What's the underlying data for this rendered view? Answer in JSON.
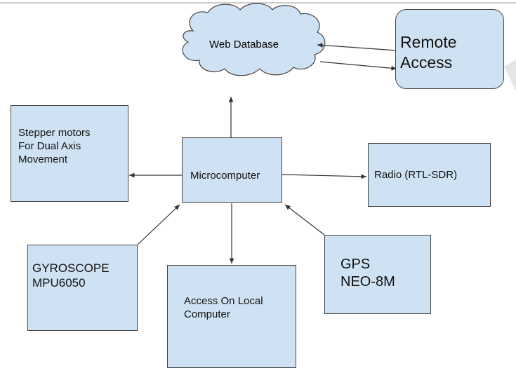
{
  "nodes": {
    "web_database": "Web Database",
    "remote_access": "Remote\nAccess",
    "stepper_motors": "Stepper motors\nFor Dual Axis\nMovement",
    "microcomputer": "Microcomputer",
    "radio": "Radio (RTL-SDR)",
    "gyroscope": "GYROSCOPE\nMPU6050",
    "gps": "GPS\nNEO-8M",
    "local_computer": "Access On Local\nComputer"
  },
  "colors": {
    "box_fill": "#cfe2f3",
    "border": "#444444",
    "arrow": "#333333"
  }
}
